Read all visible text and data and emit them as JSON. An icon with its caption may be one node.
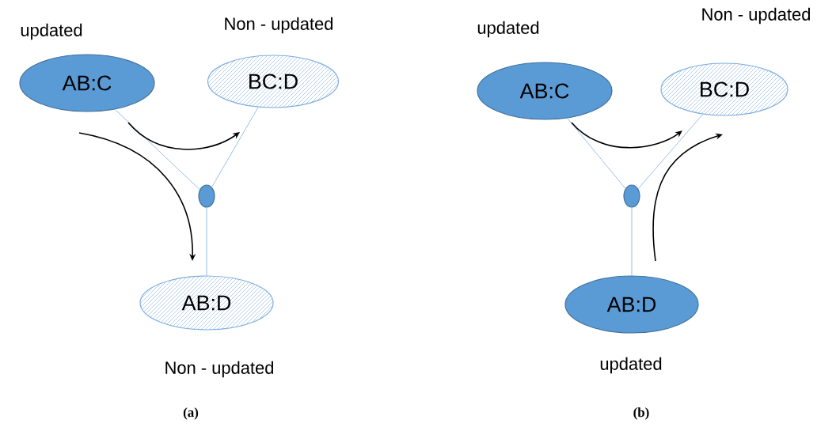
{
  "diagram": {
    "nodes": [
      {
        "text": [
          "AB:C"
        ],
        "beside": [
          "updated"
        ]
      },
      {
        "text": [
          "BC:D"
        ],
        "beside": [
          "Non - updated"
        ]
      },
      {
        "text": [],
        "shape": "circle"
      },
      {
        "text": [
          "AB:D"
        ],
        "beside": [
          "Non - updated"
        ]
      },
      {
        "text": [
          "AB:C"
        ],
        "beside": [
          "updated"
        ]
      },
      {
        "text": [
          "BC:D"
        ],
        "beside": [
          "Non - updated"
        ]
      },
      {
        "text": [],
        "shape": "circle"
      },
      {
        "text": [
          "AB:D"
        ],
        "beside": [
          "updated"
        ]
      }
    ],
    "edges": [
      {
        "from": 0,
        "to": 2,
        "arrow": "none"
      },
      {
        "from": 1,
        "to": 2,
        "arrow": "none"
      },
      {
        "from": 2,
        "to": 3,
        "arrow": "none"
      },
      {
        "from": 4,
        "to": 6,
        "arrow": "none"
      },
      {
        "from": 5,
        "to": 6,
        "arrow": "none"
      },
      {
        "from": 6,
        "to": 7,
        "arrow": "none"
      },
      {
        "from": 0,
        "to": 1,
        "arrow": "to",
        "color": "#000000"
      },
      {
        "from": 0,
        "to": 3,
        "arrow": "to",
        "color": "#000000"
      },
      {
        "from": 4,
        "to": 5,
        "arrow": "to",
        "color": "#000000"
      },
      {
        "from": 7,
        "to": 5,
        "arrow": "to",
        "color": "#000000"
      }
    ],
    "labels": [
      "(a)",
      "(b)"
    ]
  }
}
